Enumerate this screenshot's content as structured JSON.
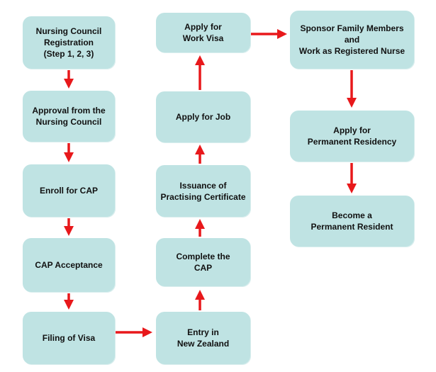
{
  "colors": {
    "box_fill": "#bfe3e3",
    "arrow": "#e8181b",
    "text": "#111111"
  },
  "steps": {
    "nursing_council_registration": "Nursing Council\nRegistration\n(Step 1, 2, 3)",
    "approval_nursing_council": "Approval from the\nNursing Council",
    "enroll_cap": "Enroll for CAP",
    "cap_acceptance": "CAP Acceptance",
    "filing_visa": "Filing of Visa",
    "entry_nz": "Entry in\nNew Zealand",
    "complete_cap": "Complete the\nCAP",
    "issuance_certificate": "Issuance of\nPractising Certificate",
    "apply_job": "Apply for Job",
    "apply_work_visa": "Apply for\nWork Visa",
    "sponsor_family": "Sponsor Family Members\nand\nWork as Registered Nurse",
    "apply_residency": "Apply for\nPermanent Residency",
    "become_resident": "Become a\nPermanent Resident"
  }
}
